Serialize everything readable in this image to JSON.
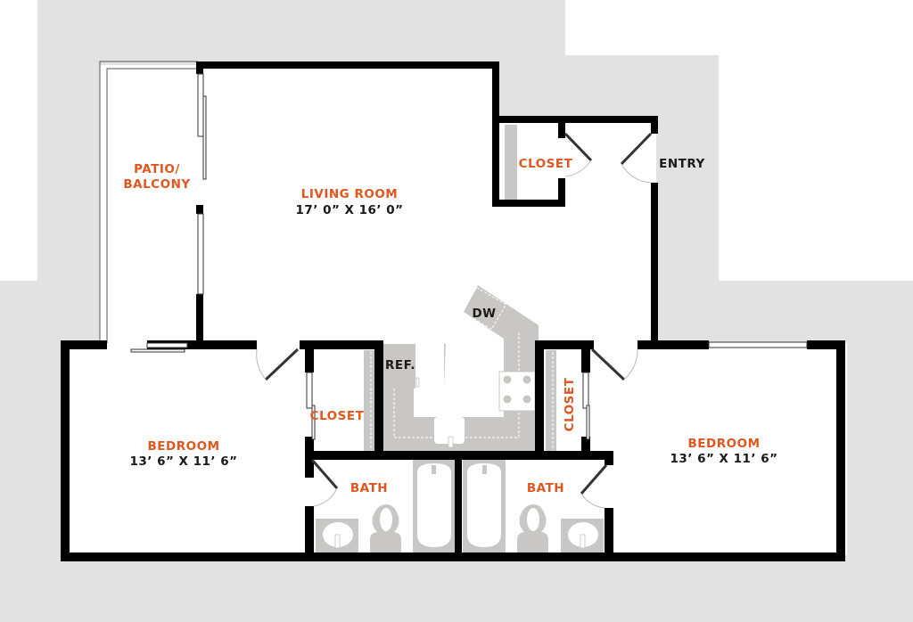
{
  "plan": {
    "colors": {
      "background_shade": "#e2e2e2",
      "wall": "#000000",
      "fixture": "#c8c7c5",
      "room_label": "#e0561f",
      "dimension_label": "#1a1a1a"
    },
    "rooms": {
      "patio": {
        "label_line1": "PATIO/",
        "label_line2": "BALCONY"
      },
      "living_room": {
        "label": "LIVING ROOM",
        "dimensions": "17’ 0” X 16’ 0”"
      },
      "entry_closet": {
        "label": "CLOSET"
      },
      "entry": {
        "label": "ENTRY"
      },
      "bedroom_left": {
        "label": "BEDROOM",
        "dimensions": "13’ 6” X 11’ 6”"
      },
      "closet_left": {
        "label": "CLOSET"
      },
      "closet_right": {
        "label": "CLOSET"
      },
      "bedroom_right": {
        "label": "BEDROOM",
        "dimensions": "13’ 6” X 11’ 6”"
      },
      "bath_left": {
        "label": "BATH"
      },
      "bath_right": {
        "label": "BATH"
      }
    },
    "appliances": {
      "refrigerator": "REF.",
      "dishwasher": "DW"
    }
  }
}
